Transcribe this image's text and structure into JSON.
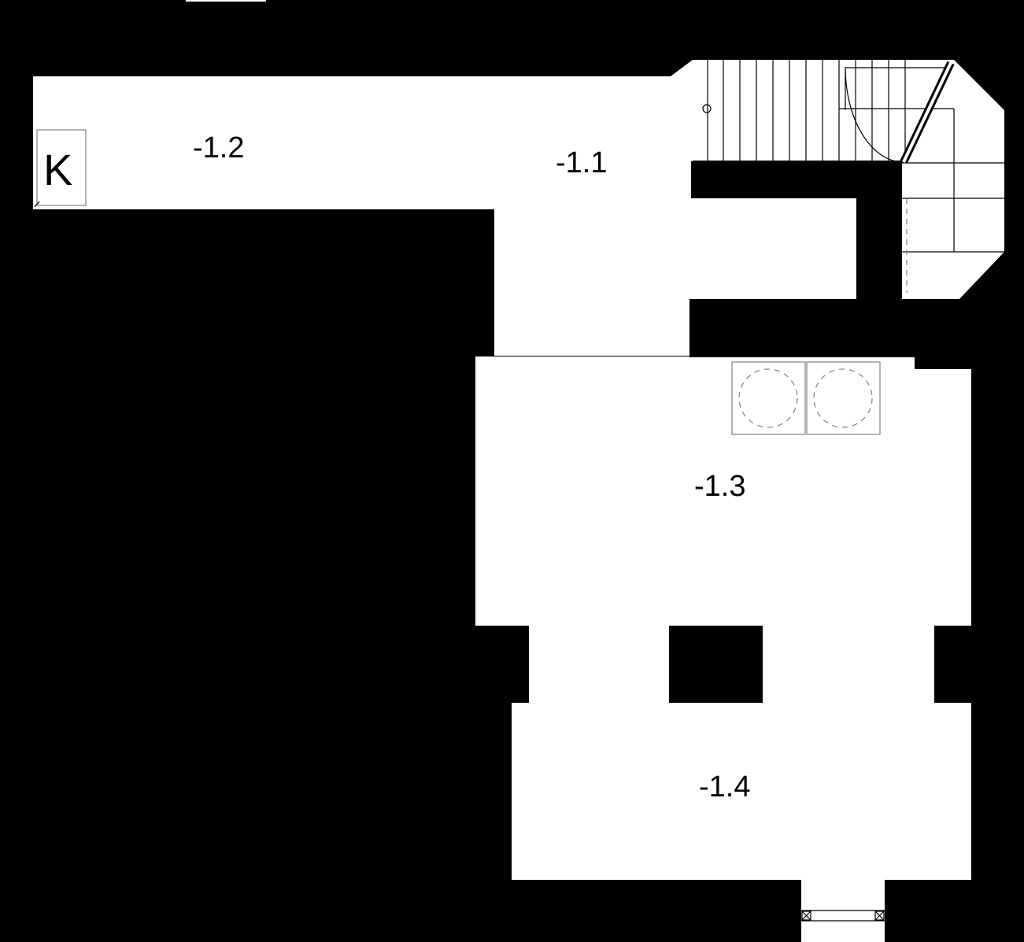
{
  "plan": {
    "background_color": "#000000",
    "floor_color": "#ffffff",
    "rooms": [
      {
        "id": "-1.1",
        "label": "-1.1"
      },
      {
        "id": "-1.2",
        "label": "-1.2"
      },
      {
        "id": "-1.3",
        "label": "-1.3"
      },
      {
        "id": "-1.4",
        "label": "-1.4"
      }
    ],
    "marker": {
      "label": "K"
    },
    "fixtures": {
      "appliances": [
        "circle-dashed",
        "circle-dashed"
      ],
      "staircase": "stair-icon",
      "door": "door-swing-icon",
      "window": "window-icon"
    }
  }
}
